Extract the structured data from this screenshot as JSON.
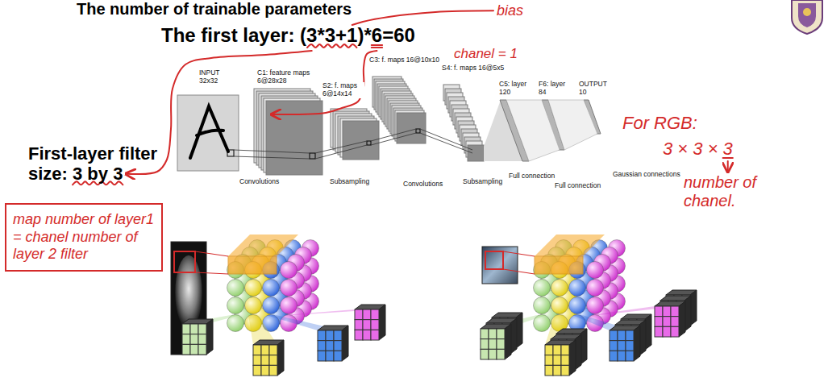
{
  "diagram": {
    "title": "The number of trainable parameters",
    "nodes": [
      {
        "text": [
          "map number of layer1 = chanel number of layer 2 filter"
        ]
      }
    ],
    "labels": [
      "The first layer: (3*3+1)*6=60",
      "bias",
      "chanel = 1",
      "First-layer filter size: 3 by 3",
      "INPUT 32x32",
      "C1: feature maps 6@28x28",
      "C3: f. maps 16@10x10",
      "S2: f. maps 6@14x14",
      "S4: f. maps 16@5x5",
      "C5: layer 120",
      "F6: layer 84",
      "OUTPUT 10",
      "Convolutions",
      "Subsampling",
      "Convolutions",
      "Subsampling",
      "Full connection",
      "Full connection",
      "Gaussian connections",
      "For RGB:",
      "3 × 3 × 3",
      "number of chanel."
    ]
  }
}
